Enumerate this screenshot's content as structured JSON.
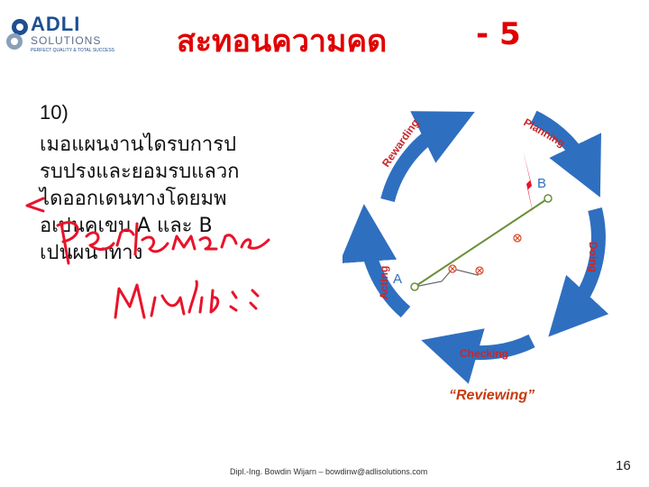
{
  "logo": {
    "name": "ADLI",
    "sub": "SOLUTIONS",
    "tagline": "PERFECT QUALITY & TOTAL SUCCESS"
  },
  "title": {
    "text": "สะทอนความคด",
    "number": "- 5"
  },
  "bullet": {
    "number": "10)",
    "lines": [
      "เมอแผนงานไดรบการป",
      "รบปรงและยอมรบแลวก",
      "ไดออกเดนทางโดยมพ",
      "อเปนคเขบ     A และ B",
      "เปนผนาทาง"
    ]
  },
  "diagram": {
    "labels": {
      "rewarding": "Rewarding",
      "planning": "Planning",
      "doing": "Doing",
      "checking": "Checking",
      "acting": "Acting",
      "point_a": "A",
      "point_b": "B"
    },
    "caption": "“Reviewing”"
  },
  "footer": "Dipl.-Ing. Bowdin Wijarn – bowdinw@adlisolutions.com",
  "page_number": "16",
  "colors": {
    "title": "#e00000",
    "arrow": "#2f6fc0",
    "ink": "#e8132a",
    "path": "#6a8f3a"
  }
}
